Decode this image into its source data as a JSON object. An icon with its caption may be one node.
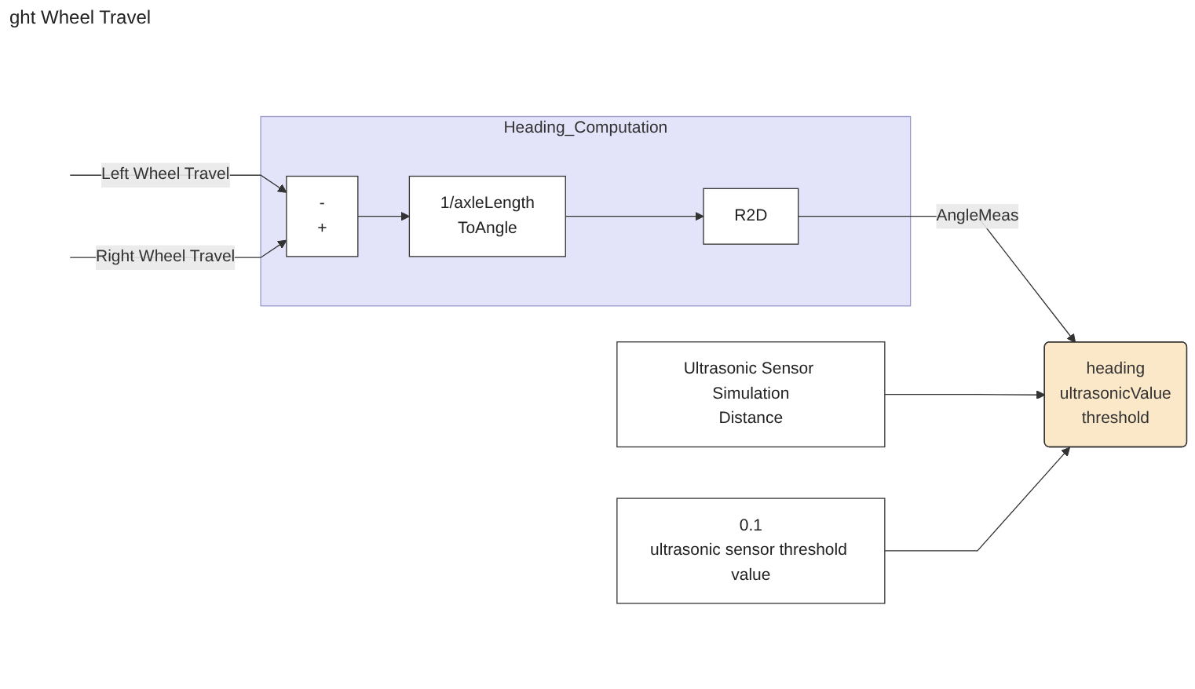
{
  "diagram": {
    "nodes": [
      {
        "text": [
          "Heading_Computation"
        ]
      },
      {
        "text": [
          "-",
          "+"
        ],
        "in": 0
      },
      {
        "text": [
          "1/axleLength",
          "ToAngle"
        ],
        "in": 0
      },
      {
        "text": [
          "R2D"
        ],
        "in": 0
      },
      {
        "text": [
          "0.1",
          "ultrasonic sensor threshold value"
        ]
      },
      {
        "text": [
          "heading",
          "ultrasonicValue",
          "threshold"
        ]
      },
      {
        "text": [
          "Ultrasonic Sensor Simulation",
          "Distance"
        ]
      }
    ],
    "edges": [
      {
        "from": null,
        "to": 1,
        "arrow": "to",
        "label": "Left Wheel Travel"
      },
      {
        "from": null,
        "to": 1,
        "arrow": "to",
        "label": "Right Wheel Travel"
      },
      {
        "from": 1,
        "to": 2,
        "arrow": "to"
      },
      {
        "from": 2,
        "to": 3,
        "arrow": "to"
      },
      {
        "from": 3,
        "to": 5,
        "arrow": "to",
        "label": "AngleMeas"
      },
      {
        "from": 6,
        "to": 5,
        "arrow": "to"
      },
      {
        "from": 4,
        "to": 5,
        "arrow": "to"
      }
    ],
    "labels": [
      "ght Wheel Travel"
    ]
  }
}
